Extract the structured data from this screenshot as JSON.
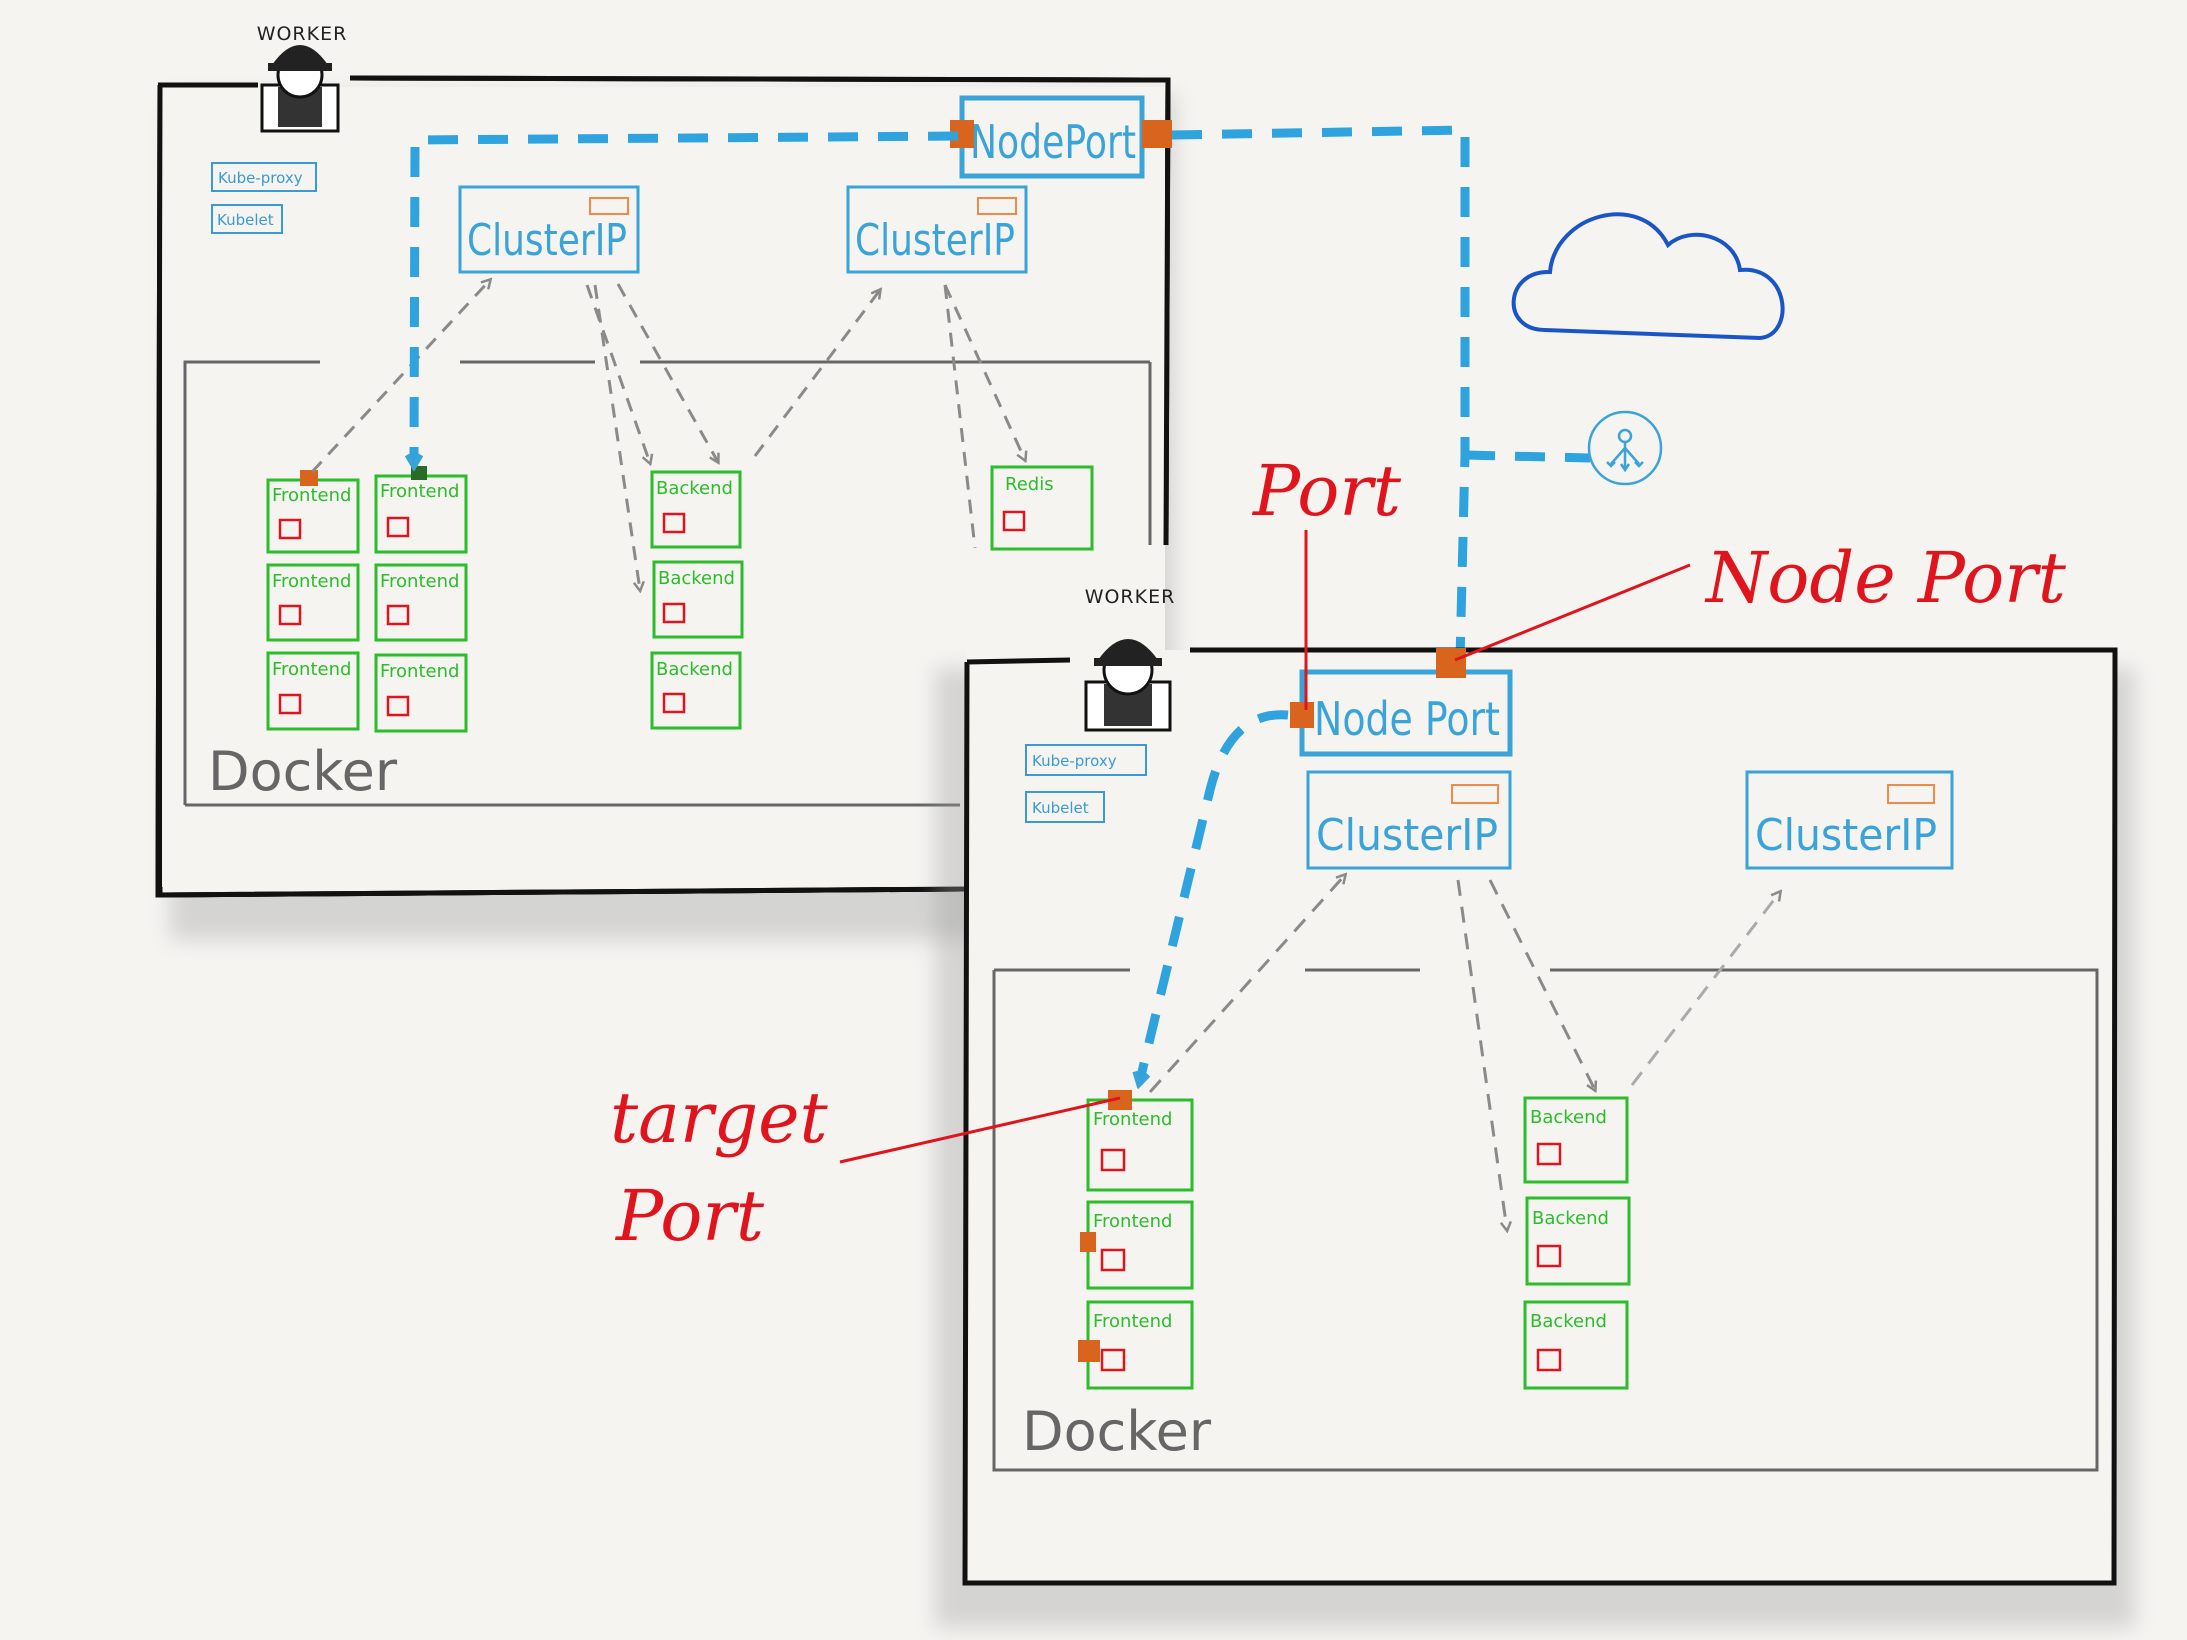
{
  "worker_label": "WORKER",
  "components": {
    "kube_proxy": "Kube-proxy",
    "kubelet": "Kubelet"
  },
  "services": {
    "cluster_ip": "ClusterIP",
    "node_port": "NodePort",
    "node_port_spaced": "Node Port"
  },
  "pods": {
    "frontend": "Frontend",
    "backend": "Backend",
    "redis": "Redis"
  },
  "docker_label": "Docker",
  "annotations": {
    "port": "Port",
    "node_port": "Node Port",
    "target_line1": "target",
    "target_line2": "Port"
  },
  "colors": {
    "service_blue": "#3aa3d8",
    "pod_green": "#2bbd2b",
    "annotation_red": "#e0141c",
    "port_orange": "#d8641e",
    "cloud_blue": "#1a55c8"
  },
  "icons": [
    "worker-hardhat-icon",
    "cloud-icon",
    "load-balancer-icon"
  ]
}
